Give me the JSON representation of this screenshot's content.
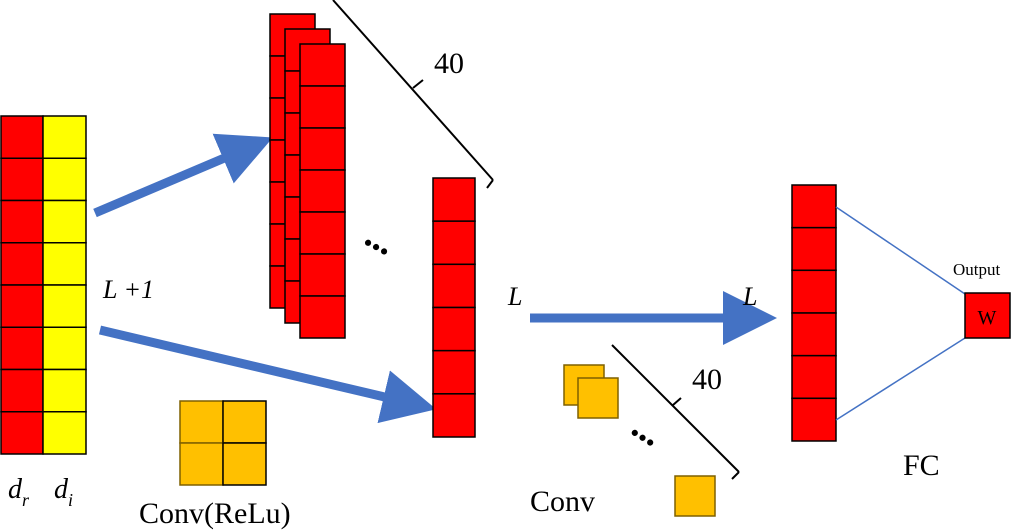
{
  "colors": {
    "red": "#ff0000",
    "yellow": "#ffff00",
    "orange": "#ffc000",
    "orange_border": "#7f6000",
    "arrow": "#4472c4",
    "outline": "#000000",
    "fc_line": "#4472c4"
  },
  "input": {
    "rows": 8,
    "label_real_base": "d",
    "label_real_sub": "r",
    "label_imag_base": "d",
    "label_imag_sub": "i",
    "length_label": "L +1"
  },
  "conv1": {
    "label": "Conv(ReLu)",
    "filters_count": "40",
    "stack_depth": 3,
    "column_rows": 7,
    "ellipsis": "•••"
  },
  "conv1_output": {
    "rows": 6,
    "length_in_label": "L"
  },
  "conv2": {
    "label": "Conv",
    "filters_count": "40",
    "ellipsis": "•••",
    "length_out_label": "L"
  },
  "fc": {
    "label": "FC",
    "rows": 6
  },
  "output": {
    "label": "Output",
    "value": "W"
  }
}
